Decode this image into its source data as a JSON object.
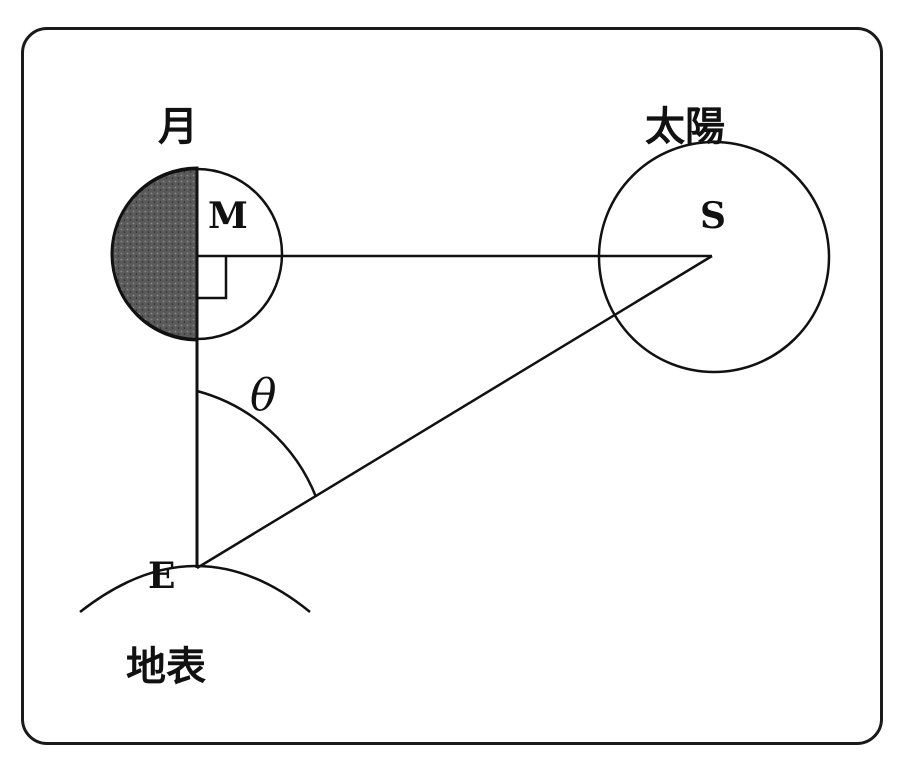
{
  "labels": {
    "moon": "月",
    "sun": "太陽",
    "earth_surface": "地表",
    "point_m": "M",
    "point_s": "S",
    "point_e": "E",
    "angle": "θ"
  },
  "colors": {
    "ink": "#111111",
    "moon_shadow": "#4a4a4a"
  }
}
